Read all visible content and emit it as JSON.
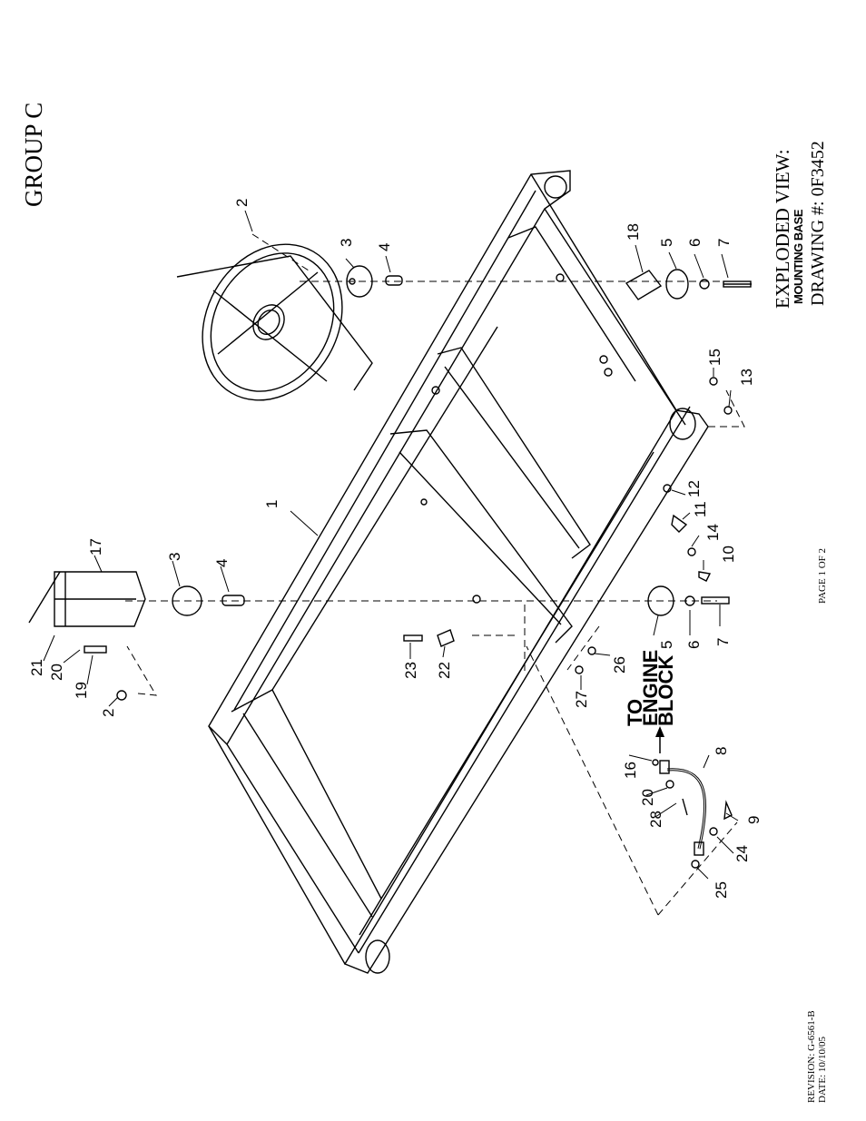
{
  "header": {
    "group": "GROUP C"
  },
  "title_block": {
    "line1": "EXPLODED VIEW:",
    "line2": "MOUNTING BASE",
    "line3": "DRAWING #: 0F3452"
  },
  "page": {
    "label": "PAGE 1 OF 2"
  },
  "revision": {
    "revision_line": "REVISION: G-6561-B",
    "date_line": "DATE:  10/10/05"
  },
  "diagram": {
    "callout_to_engine_block": [
      "TO",
      "ENGINE",
      "BLOCK"
    ],
    "part_numbers": [
      "1",
      "2",
      "3",
      "4",
      "5",
      "6",
      "7",
      "8",
      "9",
      "10",
      "11",
      "12",
      "13",
      "14",
      "15",
      "16",
      "17",
      "18",
      "19",
      "20",
      "21",
      "22",
      "23",
      "24",
      "25",
      "26",
      "27",
      "28"
    ],
    "labels": {
      "p1": "1",
      "p2_top": "2",
      "p3_top": "3",
      "p4_top": "4",
      "p18": "18",
      "p5_right": "5",
      "p6_right": "6",
      "p7_right": "7",
      "p15": "15",
      "p13": "13",
      "p12": "12",
      "p11": "11",
      "p14": "14",
      "p10": "10",
      "p17": "17",
      "p3_left": "3",
      "p4_left": "4",
      "p5_mid": "5",
      "p6_mid": "6",
      "p7_mid": "7",
      "p21": "21",
      "p20_left": "20",
      "p19": "19",
      "p2_left": "2",
      "p23": "23",
      "p22": "22",
      "p26": "26",
      "p27": "27",
      "p16": "16",
      "p20_low": "20",
      "p28": "28",
      "p8": "8",
      "p9": "9",
      "p24": "24",
      "p25": "25"
    }
  }
}
